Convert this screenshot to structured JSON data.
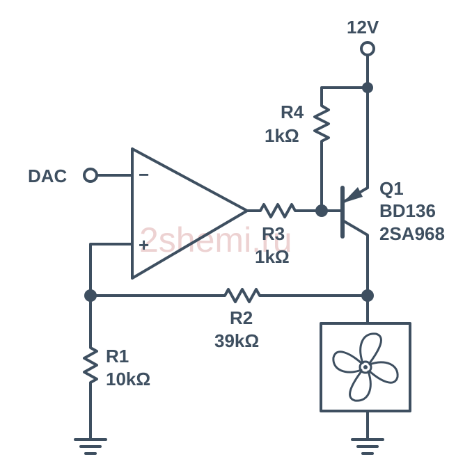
{
  "colors": {
    "ink": "#3e4f60",
    "watermark": "#e8c4c4",
    "background": "#ffffff"
  },
  "labels": {
    "supply": "12V",
    "dac": "DAC",
    "opamp_minus": "−",
    "opamp_plus": "+",
    "r4_name": "R4",
    "r4_value": "1kΩ",
    "r3_name": "R3",
    "r3_value": "1kΩ",
    "r2_name": "R2",
    "r2_value": "39kΩ",
    "r1_name": "R1",
    "r1_value": "10kΩ",
    "q1_name": "Q1",
    "q1_part1": "BD136",
    "q1_part2": "2SA968"
  },
  "watermark": "2shemi.ru",
  "icons": {
    "fan": "fan-icon",
    "ground": "ground-icon"
  }
}
